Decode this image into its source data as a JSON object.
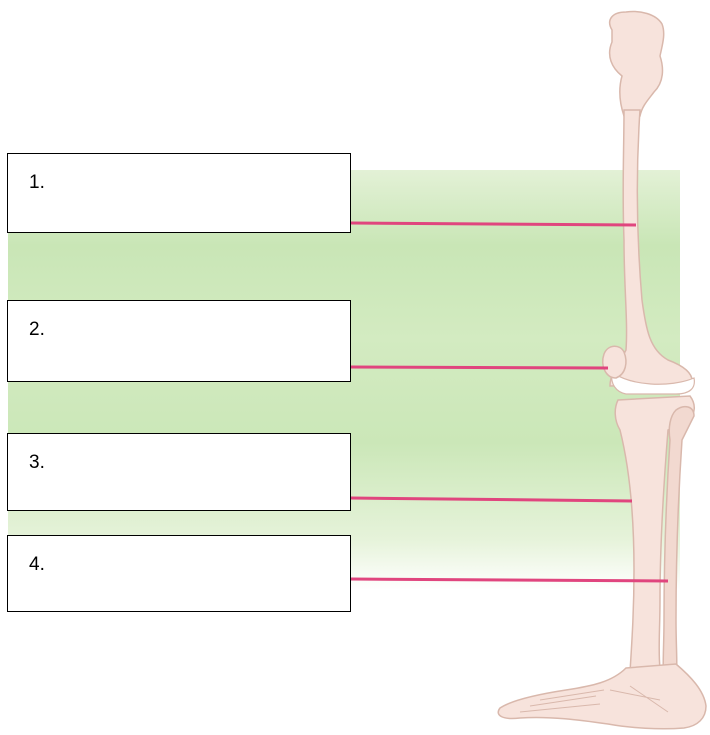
{
  "labels": [
    {
      "number": "1."
    },
    {
      "number": "2."
    },
    {
      "number": "3."
    },
    {
      "number": "4."
    }
  ],
  "colors": {
    "leader_line": "#e0457e",
    "bone": "#f7e3dc",
    "bone_outline": "#d9b8ac",
    "background": "#cfe8bd"
  }
}
